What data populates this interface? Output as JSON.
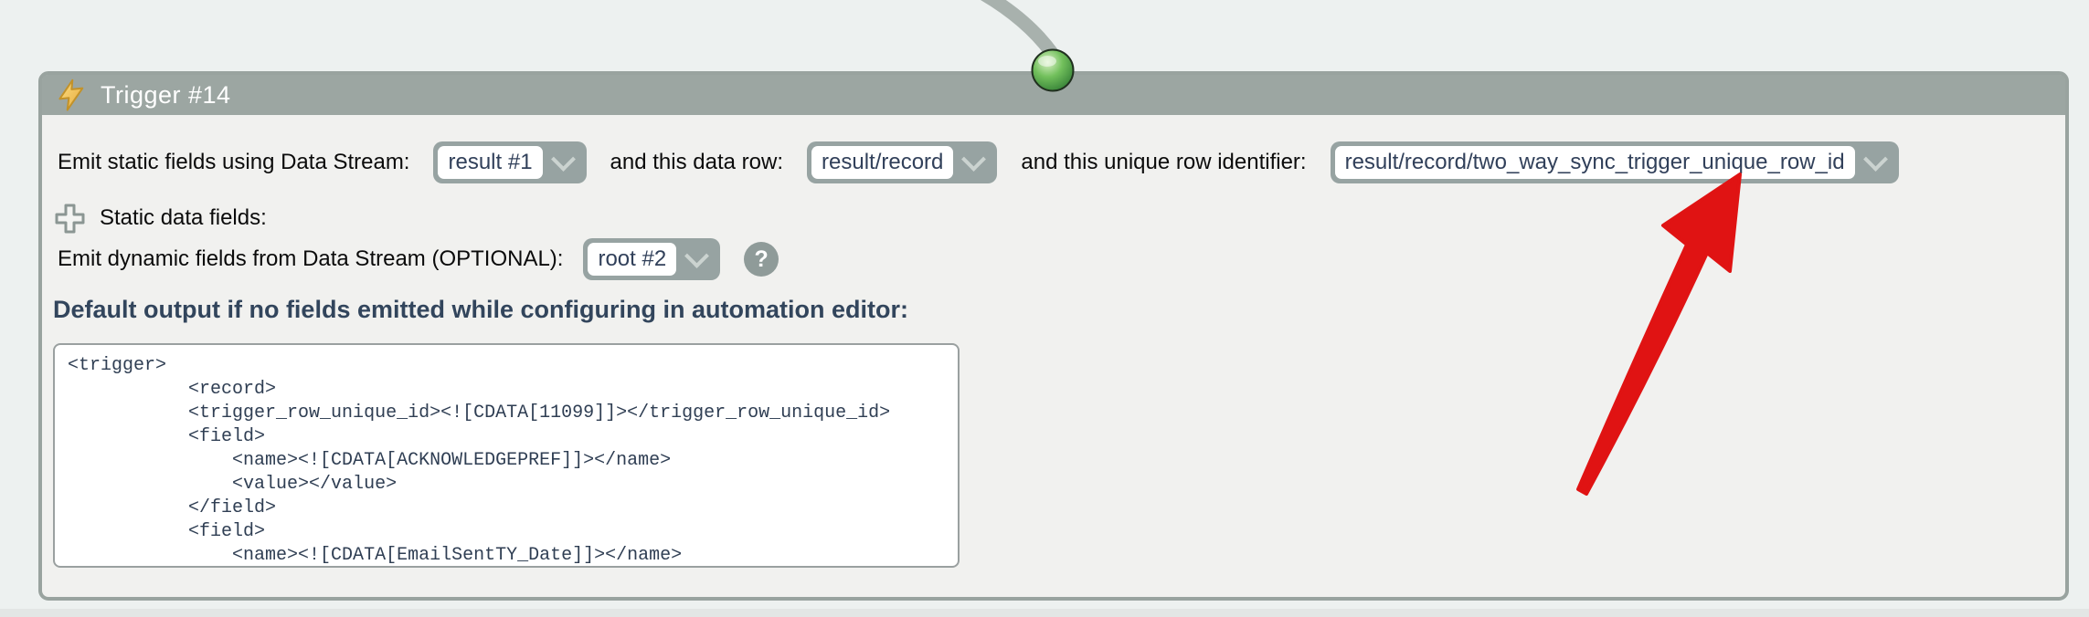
{
  "colors": {
    "panel_header": "#9ca6a2",
    "panel_border": "#99a39f",
    "dropdown_gray": "#97a3a2",
    "dropdown_text": "#31405a",
    "heading_text": "#32455c",
    "annotation_red": "#e01313",
    "node_green": "#57b14e"
  },
  "panel": {
    "header": {
      "icon": "lightning-icon",
      "title": "Trigger #14"
    },
    "row_static_stream": {
      "label": "Emit static fields using Data Stream:",
      "stream_select": {
        "value": "result #1",
        "icon": "chevron-down-icon"
      },
      "label_data_row": "and this data row:",
      "data_row_select": {
        "value": "result/record",
        "icon": "chevron-down-icon"
      },
      "label_unique_row": "and this unique row identifier:",
      "unique_row_select": {
        "value": "result/record/two_way_sync_trigger_unique_row_id",
        "icon": "chevron-down-icon"
      }
    },
    "row_static_fields": {
      "icon": "add-static-field-icon",
      "label": "Static data fields:"
    },
    "row_dynamic_fields": {
      "label": "Emit dynamic fields from Data Stream (OPTIONAL):",
      "dynamic_select": {
        "value": "root #2",
        "icon": "chevron-down-icon"
      },
      "help_icon_text": "?"
    },
    "default_output": {
      "heading": "Default output if no fields emitted while configuring in automation editor:",
      "code_lines": [
        "<trigger>",
        "\t<record>",
        "\t<trigger_row_unique_id><![CDATA[11099]]></trigger_row_unique_id>",
        "\t<field>",
        "\t    <name><![CDATA[ACKNOWLEDGEPREF]]></name>",
        "\t    <value></value>",
        "\t</field>",
        "\t<field>",
        "\t    <name><![CDATA[EmailSentTY_Date]]></name>"
      ]
    }
  },
  "annotation_arrow": {
    "color": "#e01313",
    "points_to": "unique_row_select"
  }
}
